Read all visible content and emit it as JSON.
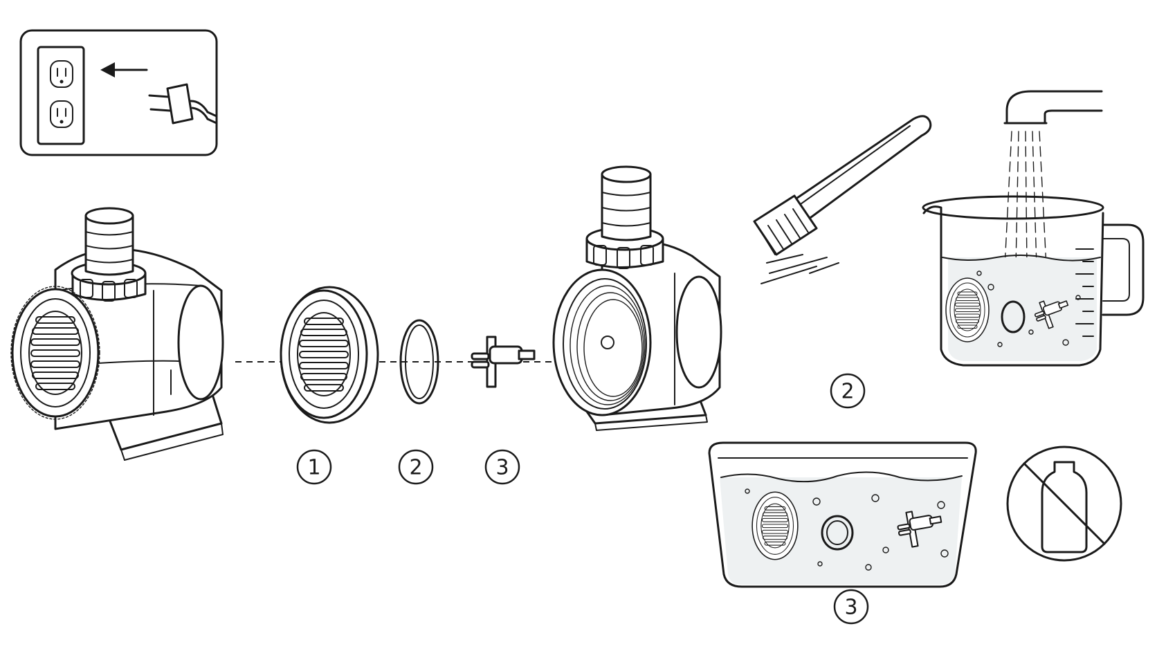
{
  "callouts": {
    "filter_cover": "1",
    "o_ring": "2",
    "impeller": "3",
    "rinse_step": "2",
    "soak_step": "3"
  },
  "icons": {
    "unplug": "unplug-icon",
    "brush": "brush-icon",
    "faucet": "faucet-icon",
    "measuring_jug": "measuring-jug-icon",
    "soak_tray": "soak-tray-icon",
    "no_chemicals": "no-chemicals-icon"
  },
  "colors": {
    "line": "#1a1a1a",
    "water": "#eef1f2",
    "background": "#ffffff"
  }
}
